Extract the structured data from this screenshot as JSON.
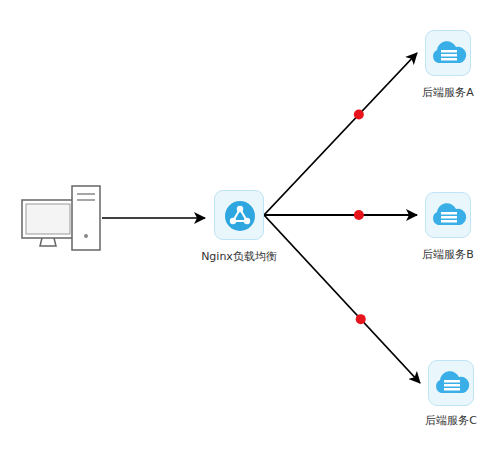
{
  "diagram": {
    "nodes": [
      {
        "text": [
          "Nginx负载均衡"
        ]
      },
      {
        "text": [
          "后端服务A"
        ]
      },
      {
        "text": [
          "后端服务B"
        ]
      },
      {
        "text": [
          "后端服务C"
        ]
      }
    ],
    "edges": [
      {
        "from": 0,
        "to": 1,
        "arrow": "to"
      },
      {
        "from": 0,
        "to": 2,
        "arrow": "to"
      },
      {
        "from": 0,
        "to": 3,
        "arrow": "to"
      }
    ]
  }
}
